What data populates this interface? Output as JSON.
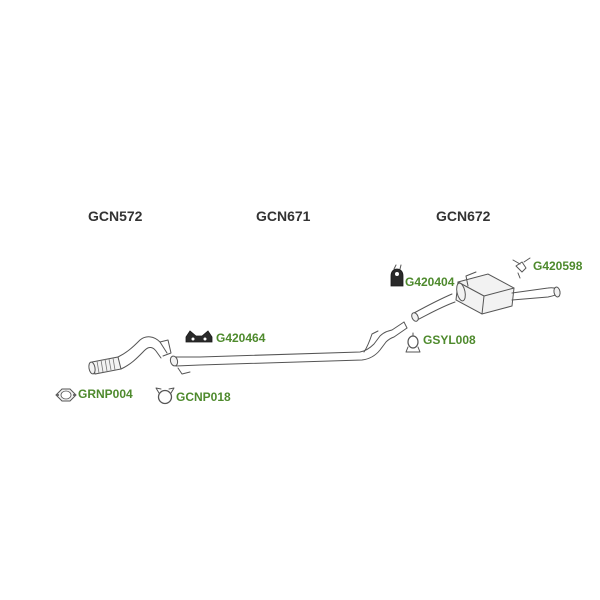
{
  "sections": {
    "front": "GCN572",
    "middle": "GCN671",
    "rear": "GCN672"
  },
  "parts": {
    "hanger_rear_top": "G420598",
    "hanger_rear": "G420404",
    "hanger_middle": "G420464",
    "clamp_rear": "GSYL008",
    "gasket_front": "GRNP004",
    "clamp_front": "GCNP018"
  },
  "colors": {
    "part_label": "#4e8a2d",
    "section_label": "#333333"
  }
}
